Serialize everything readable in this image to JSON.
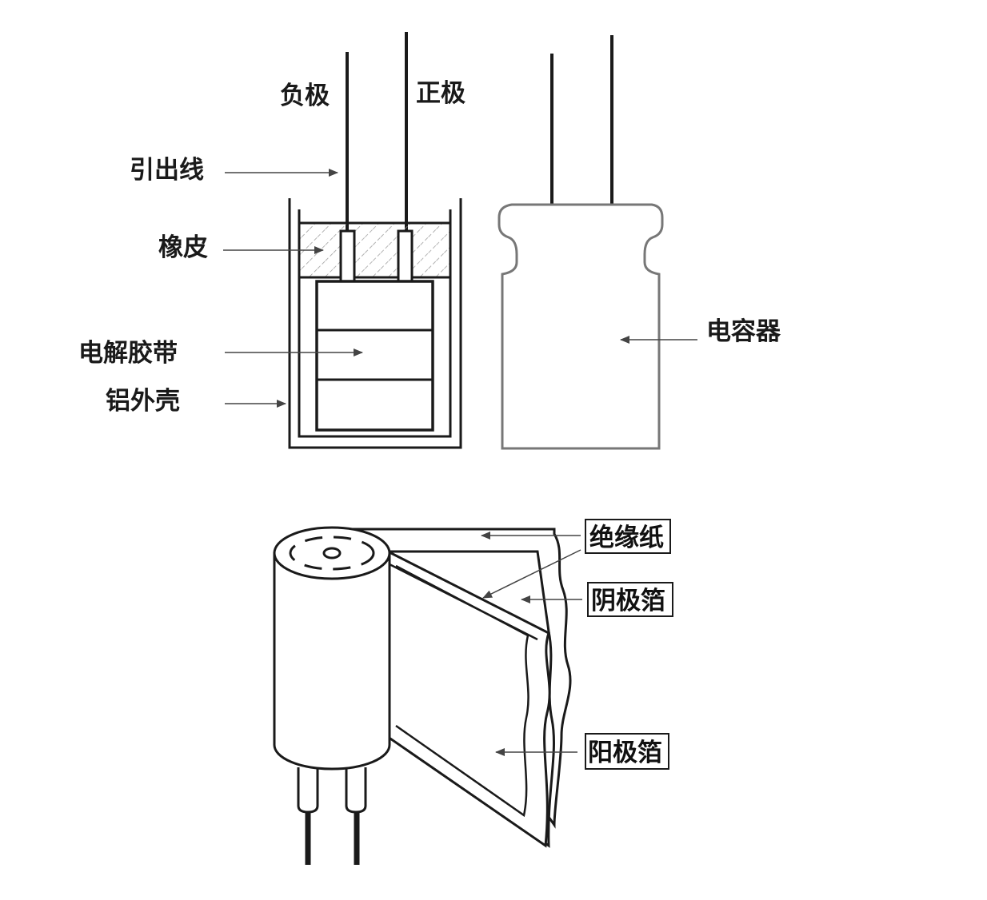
{
  "labels": {
    "negative_pole": "负极",
    "positive_pole": "正极",
    "lead_wire": "引出线",
    "rubber": "橡皮",
    "electrolytic_tape": "电解胶带",
    "aluminum_shell": "铝外壳",
    "capacitor": "电容器",
    "insulating_paper": "绝缘纸",
    "cathode_foil": "阴极箔",
    "anode_foil": "阳极箔"
  },
  "colors": {
    "line": "#1a1a1a",
    "shell_outline": "#777777",
    "hatch": "#9a9a9a",
    "arrow": "#444444"
  }
}
